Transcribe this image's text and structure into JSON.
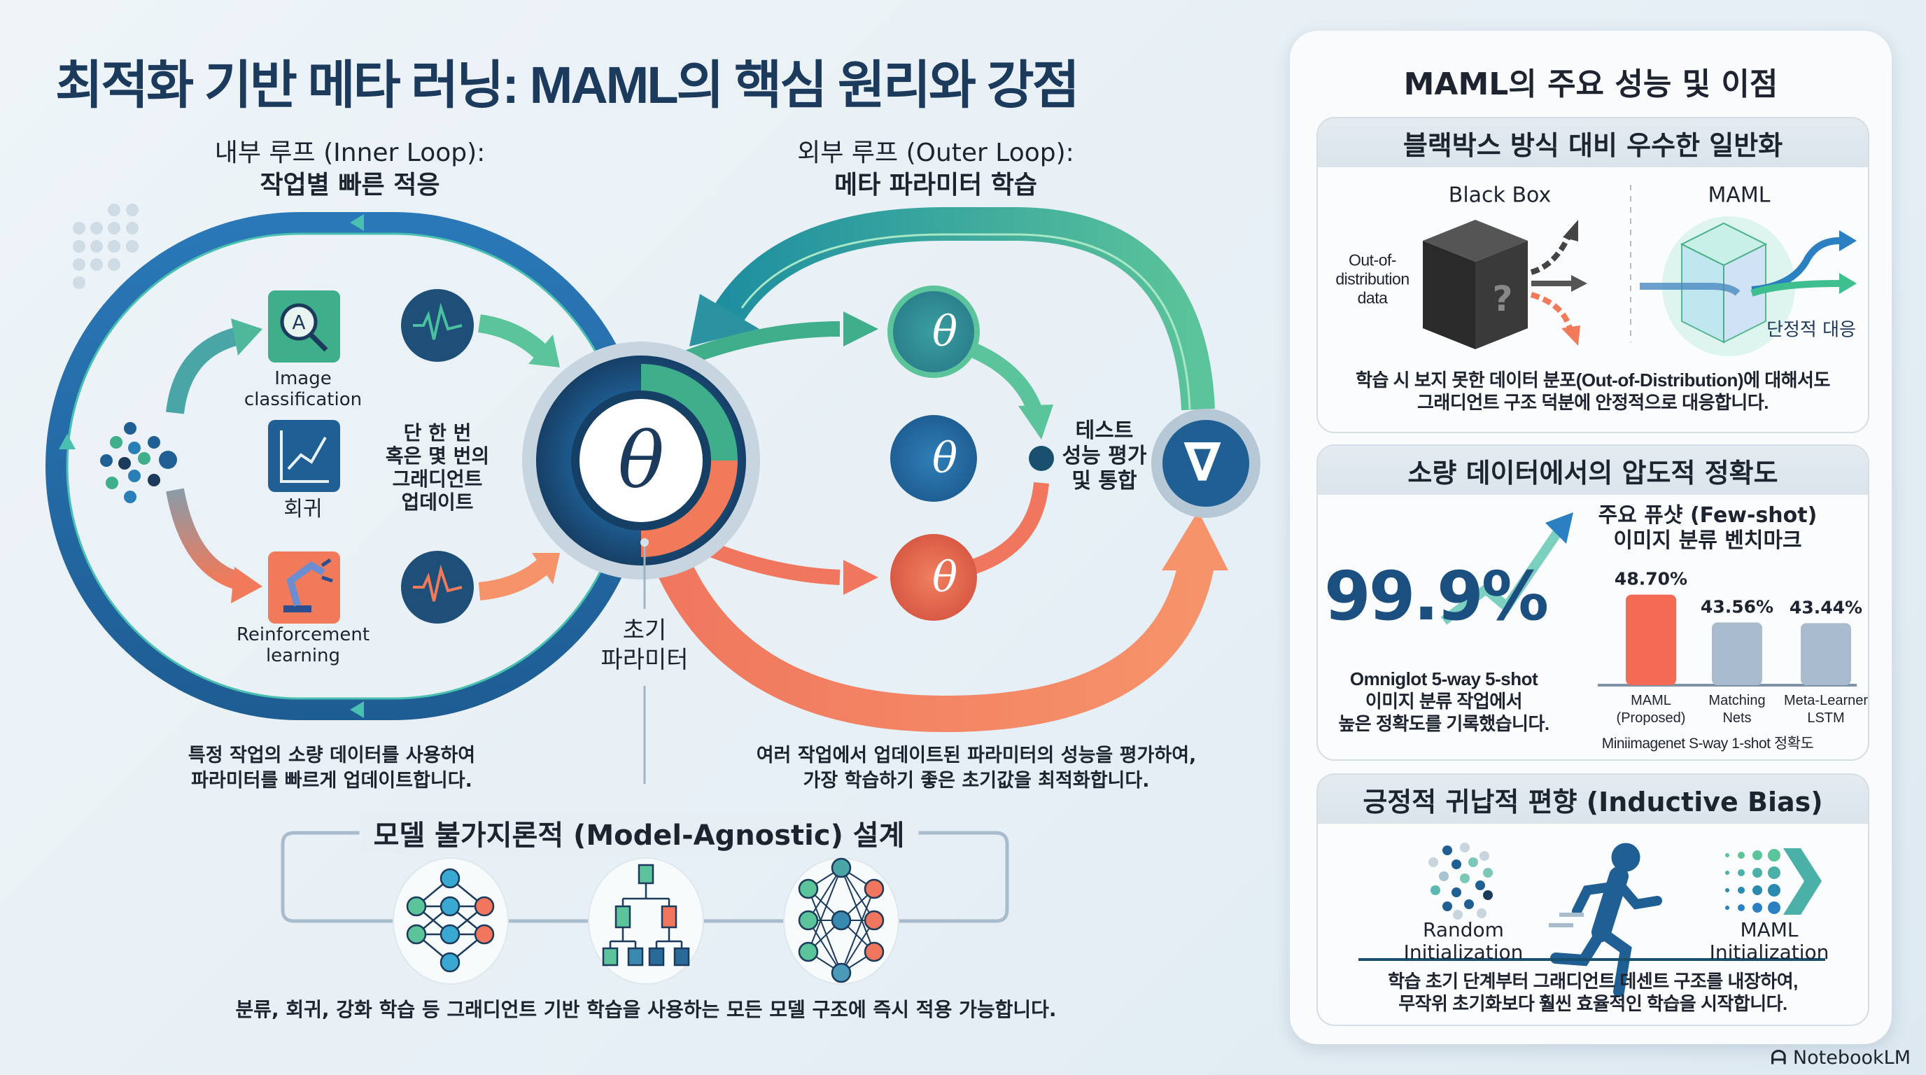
{
  "title": "최적화 기반 메타 러닝: MAML의 핵심 원리와 강점",
  "inner_loop": {
    "title_line1": "내부 루프 (Inner Loop):",
    "title_line2": "작업별 빠른 적응",
    "tasks": [
      {
        "label": "Image classification",
        "icon": "magnifier-a-icon",
        "color": "#3fae8a"
      },
      {
        "label": "회귀",
        "icon": "line-chart-icon",
        "color": "#1f5f94"
      },
      {
        "label": "Reinforcement learning",
        "icon": "robot-arm-icon",
        "color": "#f07a5a"
      }
    ],
    "update_text": [
      "단 한 번",
      "혹은 몇 번의",
      "그래디언트",
      "업데이트"
    ],
    "caption": [
      "특정 작업의 소량 데이터를 사용하여",
      "파라미터를 빠르게 업데이트합니다."
    ]
  },
  "center": {
    "symbol": "θ",
    "label": [
      "초기",
      "파라미터"
    ]
  },
  "outer_loop": {
    "title_line1": "외부 루프 (Outer Loop):",
    "title_line2": "메타 파라미터 학습",
    "adapted_symbol": "θ",
    "test_text": [
      "테스트",
      "성능 평가",
      "및 통합"
    ],
    "gradient_symbol": "∇",
    "caption": [
      "여러 작업에서 업데이트된 파라미터의 성능을 평가하여,",
      "가장 학습하기 좋은 초기값을 최적화합니다."
    ]
  },
  "model_agnostic": {
    "title": "모델 불가지론적 (Model-Agnostic) 설계",
    "caption": "분류, 회귀, 강화 학습 등 그래디언트 기반 학습을 사용하는 모든 모델 구조에 즉시 적용 가능합니다."
  },
  "right_panel": {
    "title": "MAML의 주요 성능 및 이점",
    "generalization": {
      "header": "블랙박스 방식 대비 우수한 일반화",
      "black_box_label": "Black Box",
      "maml_label": "MAML",
      "ood_label": [
        "Out-of-",
        "distribution",
        "data"
      ],
      "question_mark": "?",
      "stable_label": "단정적 대응",
      "caption": [
        "학습 시 보지 못한 데이터 분포(Out-of-Distribution)에 대해서도",
        "그래디언트 구조 덕분에 안정적으로 대응합니다."
      ]
    },
    "accuracy": {
      "header": "소량 데이터에서의 압도적 정확도",
      "big_number": "99.9%",
      "big_caption": [
        "Omniglot 5-way 5-shot",
        "이미지 분류 작업에서",
        "높은 정확도를 기록했습니다."
      ]
    },
    "inductive_bias": {
      "header": "긍정적 귀납적 편향 (Inductive Bias)",
      "random_label": [
        "Random",
        "Initialization"
      ],
      "maml_label": [
        "MAML",
        "Initialization"
      ],
      "caption": [
        "학습 초기 단계부터 그래디언트 데센트 구조를 내장하여,",
        "무작위 초기화보다 훨씬 효율적인 학습을 시작합니다."
      ]
    }
  },
  "chart_data": {
    "type": "bar",
    "title": "주요 퓨샷 (Few-shot) 이미지 분류 벤치마크",
    "title_lines": [
      "주요 퓨샷 (Few-shot)",
      "이미지 분류 벤치마크"
    ],
    "categories": [
      [
        "MAML",
        "(Proposed)"
      ],
      [
        "Matching",
        "Nets"
      ],
      [
        "Meta-Learner",
        "LSTM"
      ]
    ],
    "values": [
      48.7,
      43.56,
      43.44
    ],
    "value_labels": [
      "48.70%",
      "43.56%",
      "43.44%"
    ],
    "colors": [
      "#f56a55",
      "#a9bccd",
      "#a9bccd"
    ],
    "xlabel": "Miniimagenet S-way 1-shot 정확도",
    "ylabel": "",
    "ylim": [
      32,
      52
    ]
  },
  "brand": "NotebookLM",
  "colors": {
    "blue": "#1f5f94",
    "teal": "#3fae8a",
    "orange": "#f07a5a",
    "navy": "#1b3a5c"
  }
}
